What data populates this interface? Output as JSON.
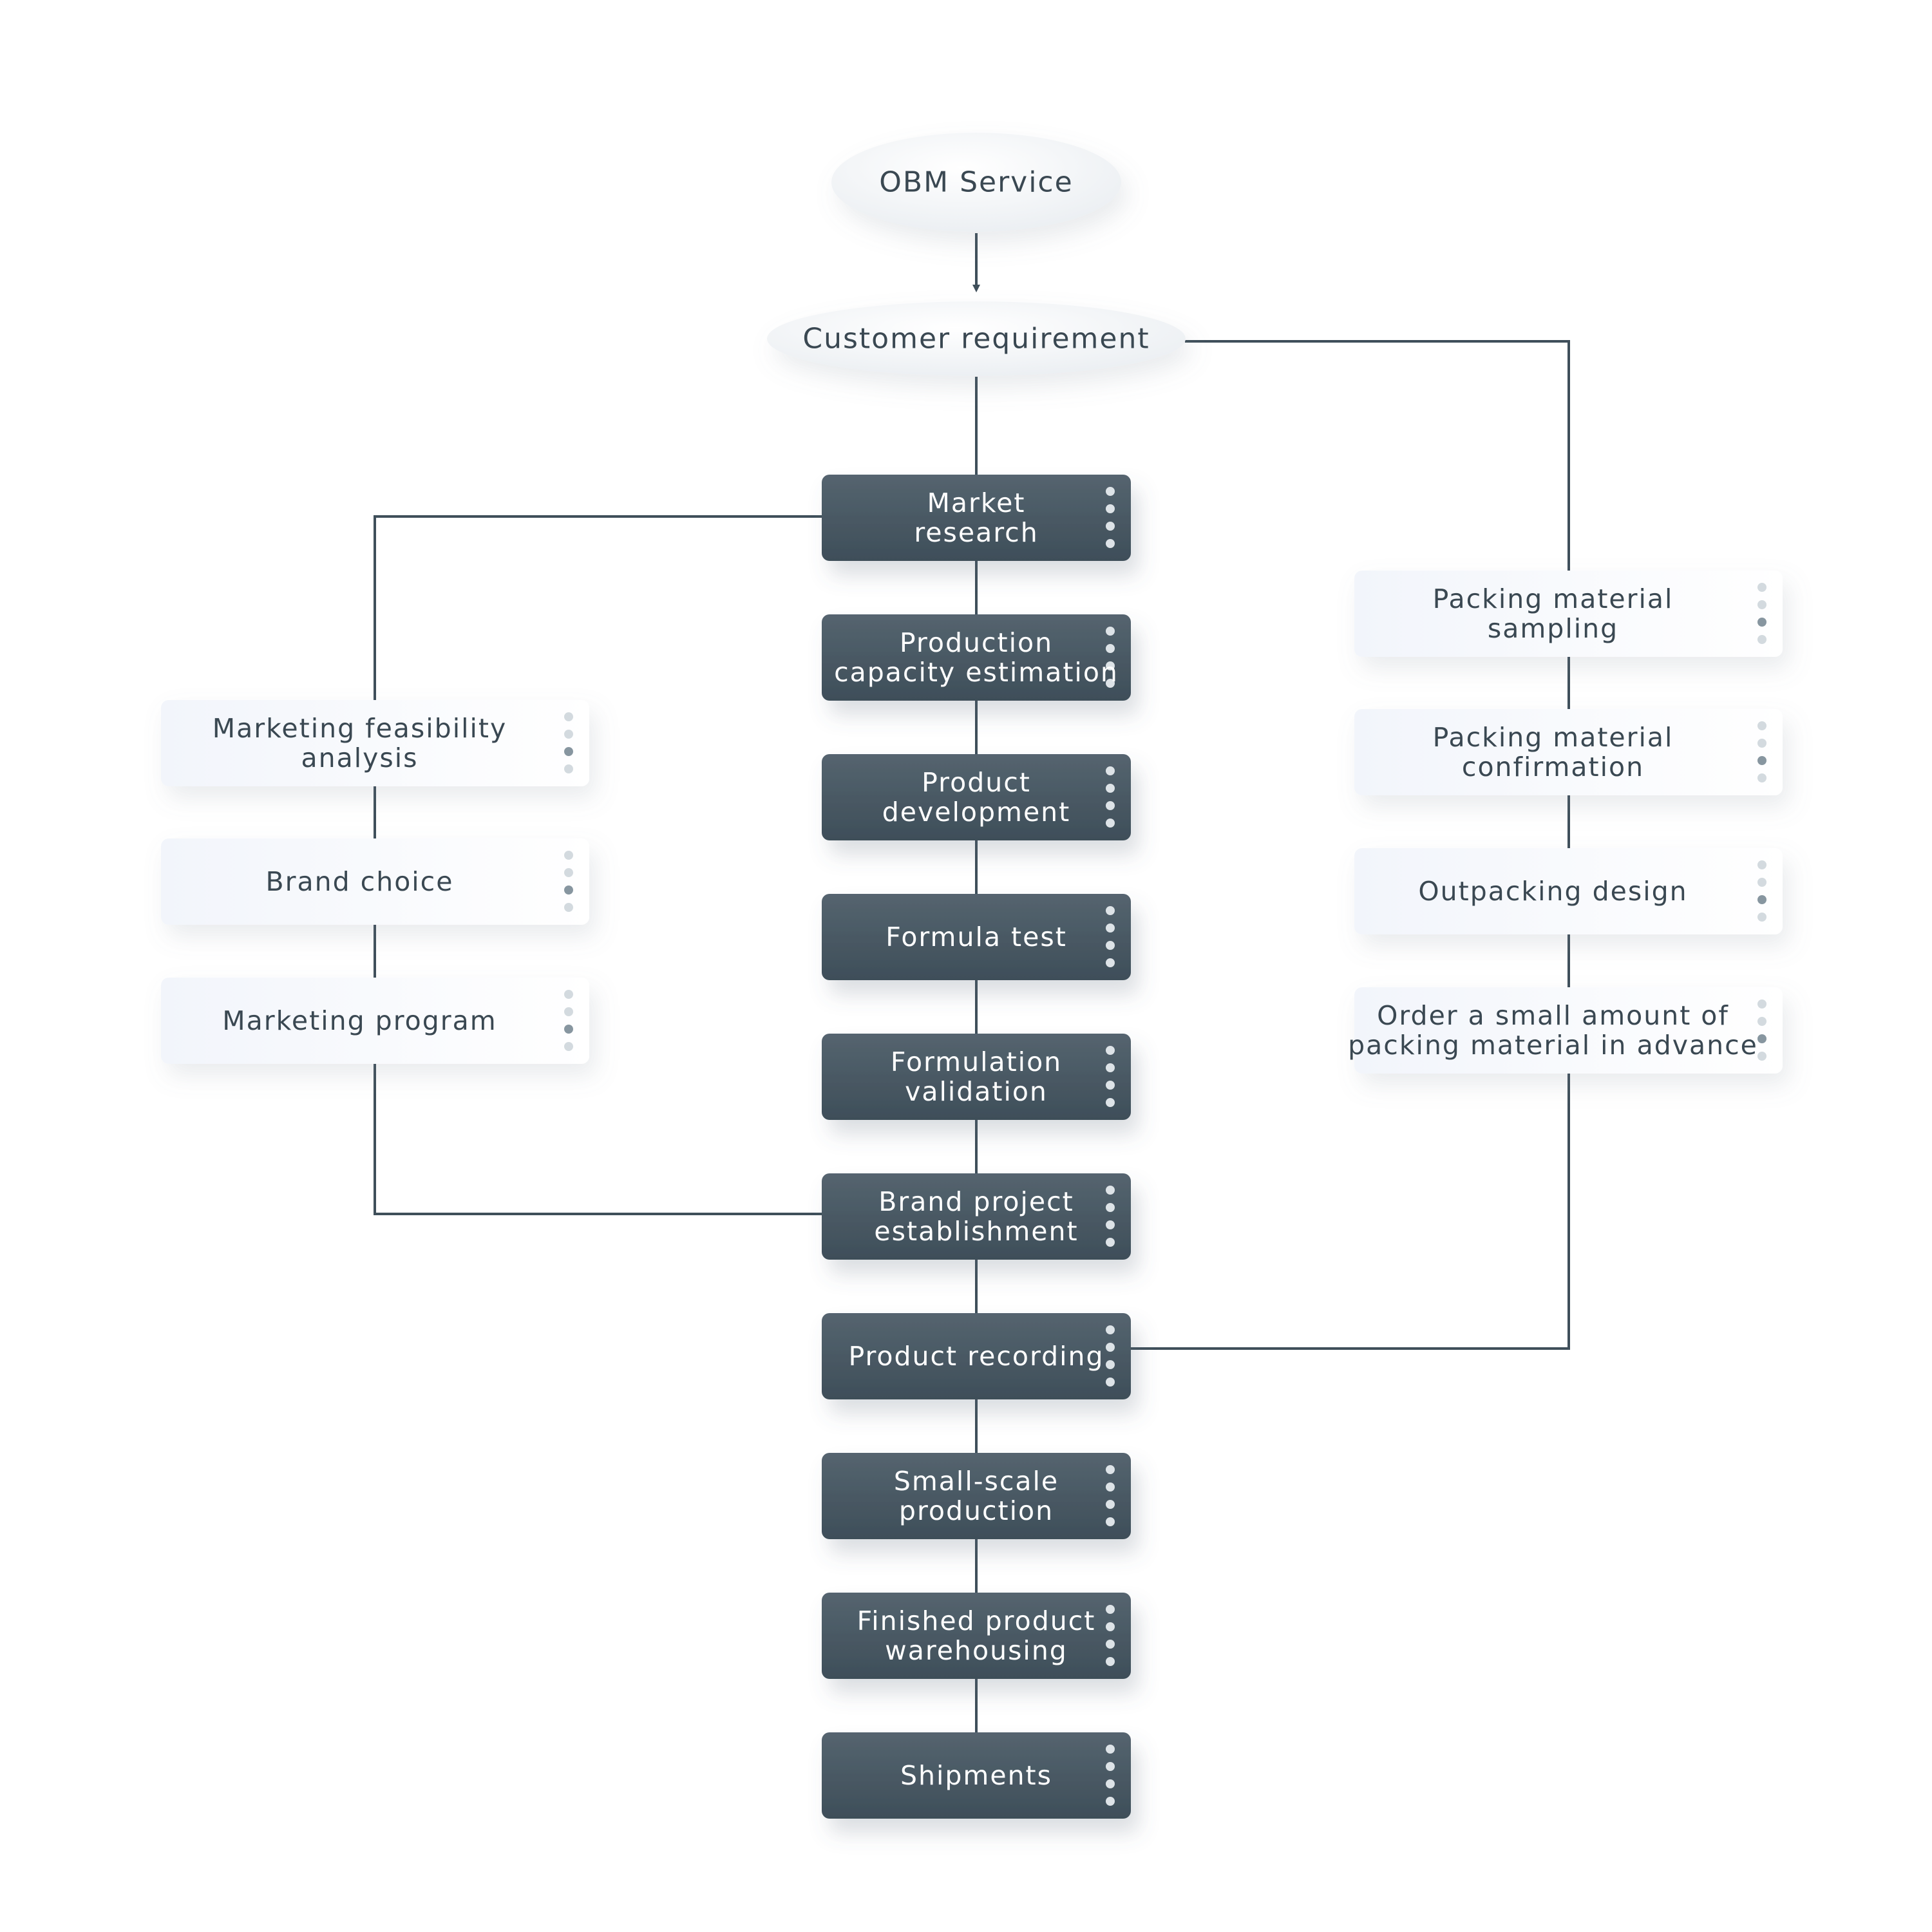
{
  "colors": {
    "background": "#ffffff",
    "connector": "#3f4f5a",
    "dark_box_top": "#55646f",
    "dark_box_bottom": "#3e4e59",
    "dark_box_text": "#ffffff",
    "light_box_fill": "#f6f8fc",
    "light_box_text": "#3a4852",
    "ellipse_fill": "#f4f6f9",
    "ellipse_text": "#3a4852",
    "dot_light": "#d3dadf",
    "dot_dark": "#8796a0",
    "dot_on_dark": "#dde3e7"
  },
  "top_nodes": {
    "obm": {
      "label": "OBM Service",
      "icon": "ellipse"
    },
    "customer": {
      "label": "Customer requirement",
      "icon": "ellipse"
    }
  },
  "center_column": [
    {
      "id": "market",
      "lines": [
        "Market",
        "research"
      ],
      "icon": "vertical-dots-icon"
    },
    {
      "id": "capacity",
      "lines": [
        "Production",
        "capacity estimation"
      ],
      "icon": "vertical-dots-icon"
    },
    {
      "id": "develop",
      "lines": [
        "Product",
        "development"
      ],
      "icon": "vertical-dots-icon"
    },
    {
      "id": "formula",
      "lines": [
        "Formula test"
      ],
      "icon": "vertical-dots-icon"
    },
    {
      "id": "validation",
      "lines": [
        "Formulation",
        "validation"
      ],
      "icon": "vertical-dots-icon"
    },
    {
      "id": "brandproj",
      "lines": [
        "Brand project",
        "establishment"
      ],
      "icon": "vertical-dots-icon"
    },
    {
      "id": "recording",
      "lines": [
        "Product recording"
      ],
      "icon": "vertical-dots-icon"
    },
    {
      "id": "smallscale",
      "lines": [
        "Small-scale",
        "production"
      ],
      "icon": "vertical-dots-icon"
    },
    {
      "id": "warehousing",
      "lines": [
        "Finished product",
        "warehousing"
      ],
      "icon": "vertical-dots-icon"
    },
    {
      "id": "shipments",
      "lines": [
        "Shipments"
      ],
      "icon": "vertical-dots-icon"
    }
  ],
  "left_column": [
    {
      "id": "feasibility",
      "lines": [
        "Marketing feasibility",
        "analysis"
      ],
      "icon": "vertical-dots-icon"
    },
    {
      "id": "brandchoice",
      "lines": [
        "Brand choice"
      ],
      "icon": "vertical-dots-icon"
    },
    {
      "id": "program",
      "lines": [
        "Marketing program"
      ],
      "icon": "vertical-dots-icon"
    }
  ],
  "right_column": [
    {
      "id": "sampling",
      "lines": [
        "Packing material",
        "sampling"
      ],
      "icon": "vertical-dots-icon"
    },
    {
      "id": "confirmation",
      "lines": [
        "Packing material",
        "confirmation"
      ],
      "icon": "vertical-dots-icon"
    },
    {
      "id": "outpacking",
      "lines": [
        "Outpacking design"
      ],
      "icon": "vertical-dots-icon"
    },
    {
      "id": "order",
      "lines": [
        "Order a small amount of",
        "packing material in advance"
      ],
      "icon": "vertical-dots-icon"
    }
  ]
}
